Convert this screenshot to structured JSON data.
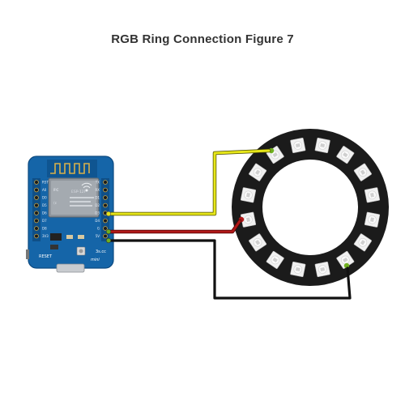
{
  "title": "RGB Ring Connection Figure 7",
  "board": {
    "name": "D1 mini",
    "module_label": "ESP-12F",
    "fcc_mark": "FC",
    "cert_mark": "(ε",
    "reset_label": "RESET",
    "mini_label": "mini",
    "site_label": "3s.cc",
    "left_pins": [
      "RST",
      "A0",
      "D0",
      "D5",
      "D6",
      "D7",
      "D8",
      "3V3"
    ],
    "right_pins": [
      "TX",
      "RX",
      "D1",
      "D2",
      "D3",
      "D4",
      "G",
      "5V"
    ]
  },
  "ring": {
    "led_count": 16
  },
  "wires": [
    {
      "name": "data",
      "color": "#e6e619"
    },
    {
      "name": "power",
      "color": "#b01818"
    },
    {
      "name": "ground",
      "color": "#111111"
    }
  ],
  "colors": {
    "board_blue": "#1565a8",
    "ring_black": "#1b1b1b",
    "led_body": "#f1f1f1"
  }
}
